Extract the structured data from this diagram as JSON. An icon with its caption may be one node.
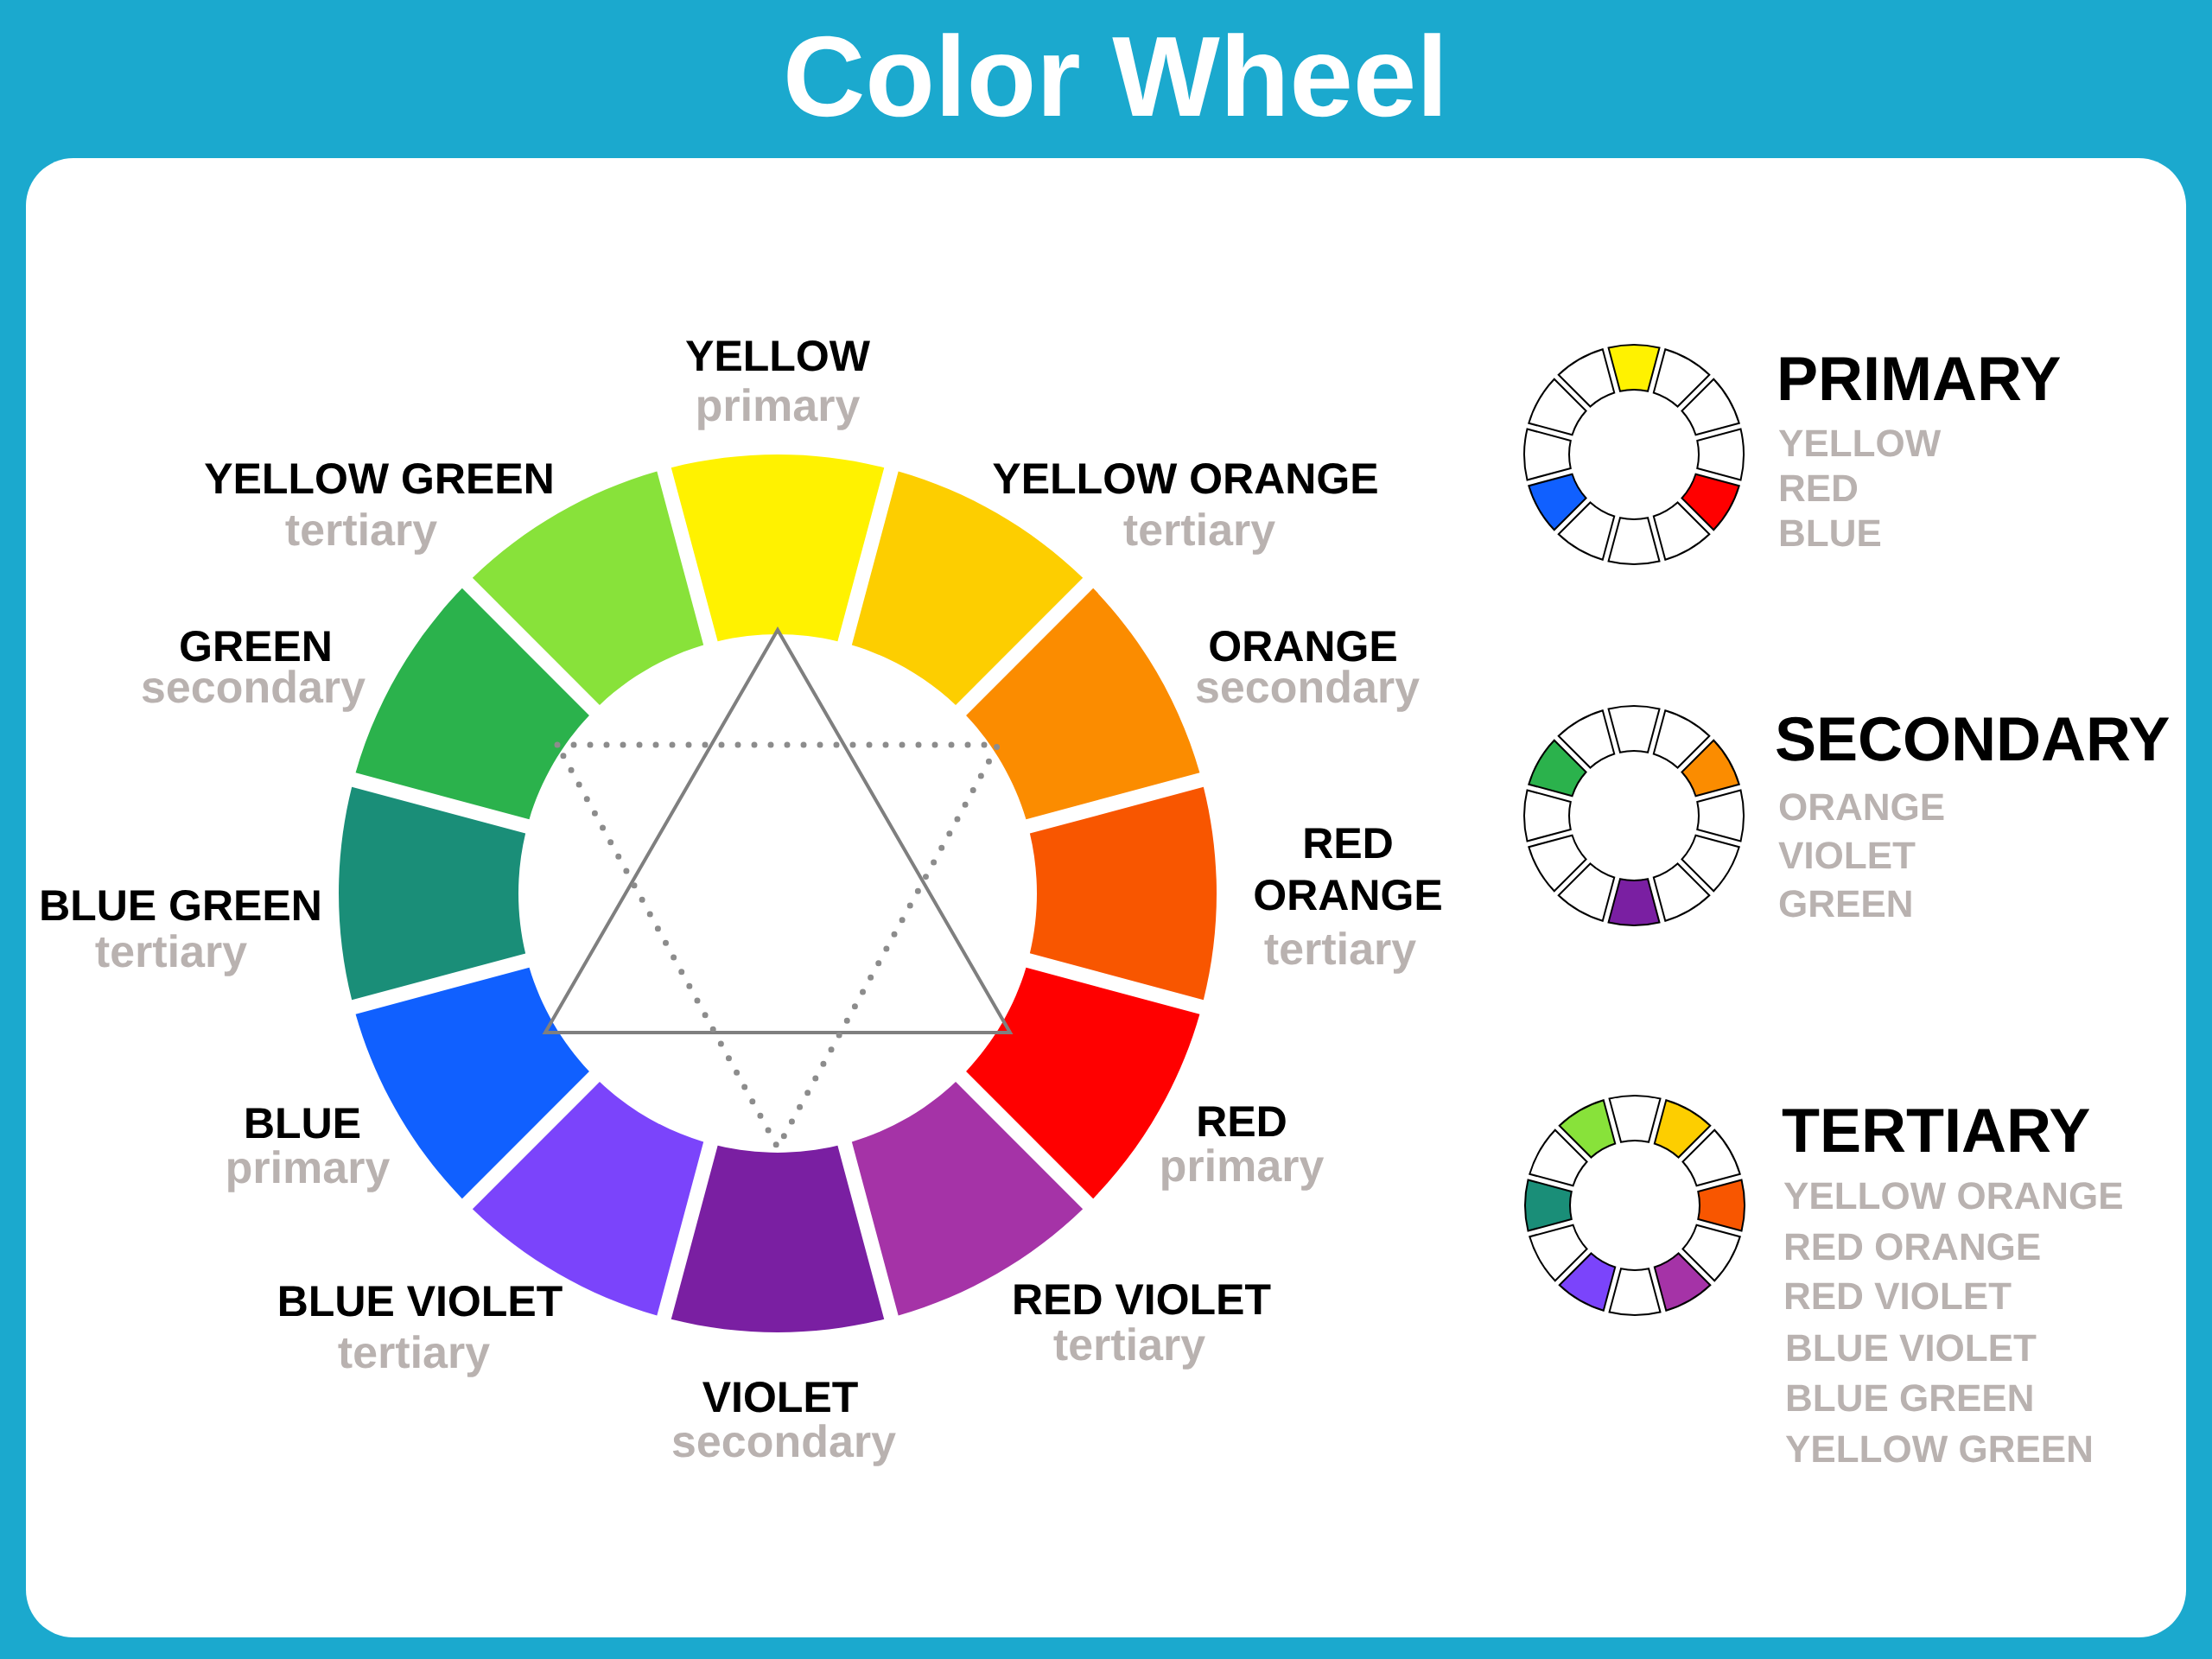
{
  "diagram": {
    "title": "Color Wheel",
    "labels": [
      "YELLOW",
      "primary",
      "YELLOW ORANGE",
      "tertiary",
      "ORANGE",
      "secondary",
      "RED ORANGE",
      "tertiary",
      "RED",
      "primary",
      "RED VIOLET",
      "tertiary",
      "VIOLET",
      "secondary",
      "BLUE VIOLET",
      "tertiary",
      "BLUE",
      "primary",
      "BLUE GREEN",
      "tertiary",
      "GREEN",
      "secondary",
      "YELLOW GREEN",
      "tertiary",
      "PRIMARY",
      "YELLOW",
      "RED",
      "BLUE",
      "SECONDARY",
      "ORANGE",
      "VIOLET",
      "GREEN",
      "TERTIARY",
      "YELLOW ORANGE",
      "RED ORANGE",
      "RED VIOLET",
      "BLUE VIOLET",
      "BLUE GREEN",
      "YELLOW GREEN"
    ]
  }
}
